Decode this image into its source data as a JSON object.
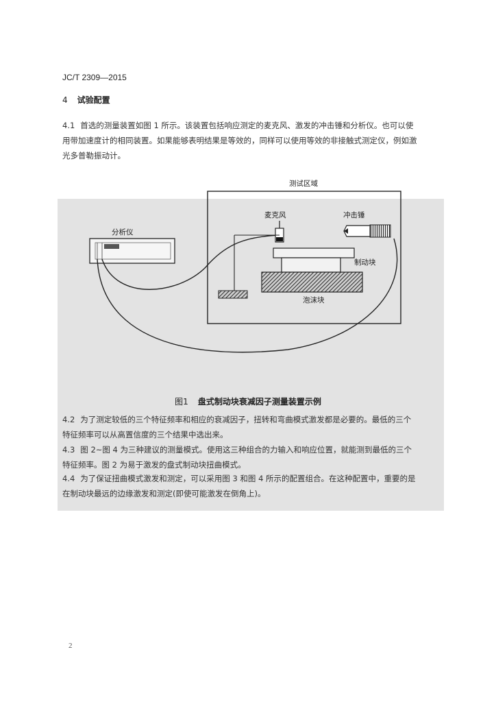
{
  "header": {
    "doc_code": "JC/T 2309—2015"
  },
  "section": {
    "number": "4",
    "title": "试验配置"
  },
  "paragraphs": [
    {
      "num": "4.1",
      "line1": "首选的测量装置如图 1 所示。该装置包括响应测定的麦克风、激发的冲击锤和分析仪。也可以使",
      "line2": "用带加速度计的相同装置。如果能够表明结果是等效的，同样可以使用等效的非接触式测定仪，例如激",
      "line3": "光多普勒振动计。"
    },
    {
      "num": "4.2",
      "line1": "为了测定较低的三个特征频率和相应的衰减因子，扭转和弯曲模式激发都是必要的。最低的三个",
      "line2": "特征频率可以从高置信度的三个结果中选出来。"
    },
    {
      "num": "4.3",
      "line1": "图 2~图 4 为三种建议的测量模式。使用这三种组合的力输入和响应位置，就能测到最低的三个",
      "line2": "特征频率。图 2 为易于激发的盘式制动块扭曲模式。"
    },
    {
      "num": "4.4",
      "line1": "为了保证扭曲模式激发和测定，可以采用图 3 和图 4 所示的配置组合。在这种配置中，重要的是",
      "line2": "在制动块最远的边缘激发和测定(即使可能激发在倒角上)。"
    }
  ],
  "figure": {
    "labels": {
      "test_area": "测试区域",
      "analyzer": "分析仪",
      "microphone": "麦克风",
      "hammer": "冲击锤",
      "brake_pad": "制动块",
      "foam_block": "泡沫块"
    },
    "caption_no": "图1",
    "caption_title": "盘式制动块衰减因子测量装置示例"
  },
  "footer": {
    "page_number": "2"
  }
}
